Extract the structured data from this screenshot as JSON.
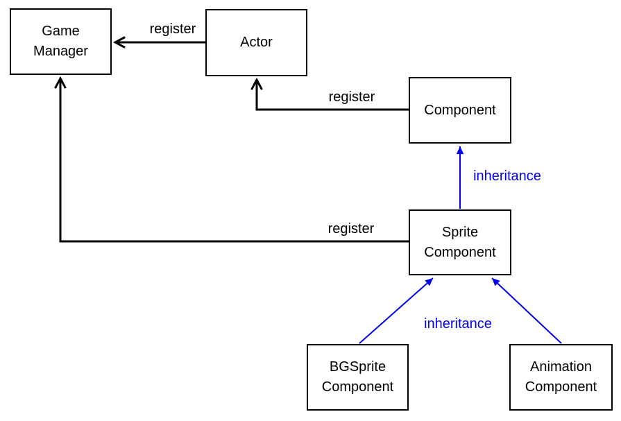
{
  "diagram": {
    "title": "game-architecture-diagram",
    "nodes": {
      "game_manager": {
        "label": "Game\nManager"
      },
      "actor": {
        "label": "Actor"
      },
      "component": {
        "label": "Component"
      },
      "sprite_component": {
        "label": "Sprite\nComponent"
      },
      "bgsprite_component": {
        "label": "BGSprite\nComponent"
      },
      "animation_component": {
        "label": "Animation\nComponent"
      }
    },
    "edge_labels": {
      "register_actor_to_game_manager": "register",
      "register_component_to_actor": "register",
      "register_sprite_to_game_manager": "register",
      "inheritance_sprite_to_component": "inheritance",
      "inheritance_children_to_sprite": "inheritance"
    },
    "colors": {
      "line_black": "#000000",
      "inheritance_blue": "#0000EE",
      "background": "#FFFFFF"
    }
  }
}
